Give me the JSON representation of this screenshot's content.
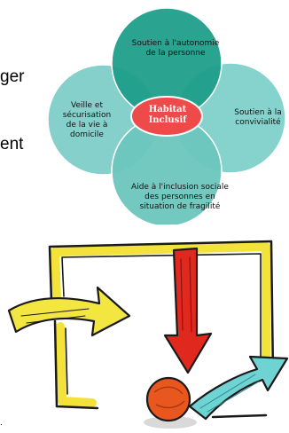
{
  "text_fragments": [
    "ger",
    "ent",
    "."
  ],
  "venn": {
    "center": {
      "lines": [
        "Habitat",
        "Inclusif"
      ]
    },
    "top": {
      "lines": [
        "Soutien à l'autonomie",
        "de la personne"
      ]
    },
    "left": {
      "lines": [
        "Veille et",
        "sécurisation",
        "de la vie à",
        "domicile"
      ]
    },
    "right": {
      "lines": [
        "Soutien à la",
        "convivialité"
      ]
    },
    "bottom": {
      "lines": [
        "Aide à l'inclusion sociale",
        "des personnes en",
        "situation de fragilité"
      ]
    },
    "colors": {
      "top": "#1f9e8a",
      "left": "#7cccc8",
      "right": "#7ccfc9",
      "bottom": "#6cc6bd",
      "center": "#ef4a4a"
    }
  },
  "sketch": {
    "colors": {
      "frame": "#f2e23a",
      "left_arrow": "#f4e640",
      "down_arrow": "#e0281e",
      "right_arrow": "#6fd3d3",
      "ball": "#e8571e"
    }
  }
}
